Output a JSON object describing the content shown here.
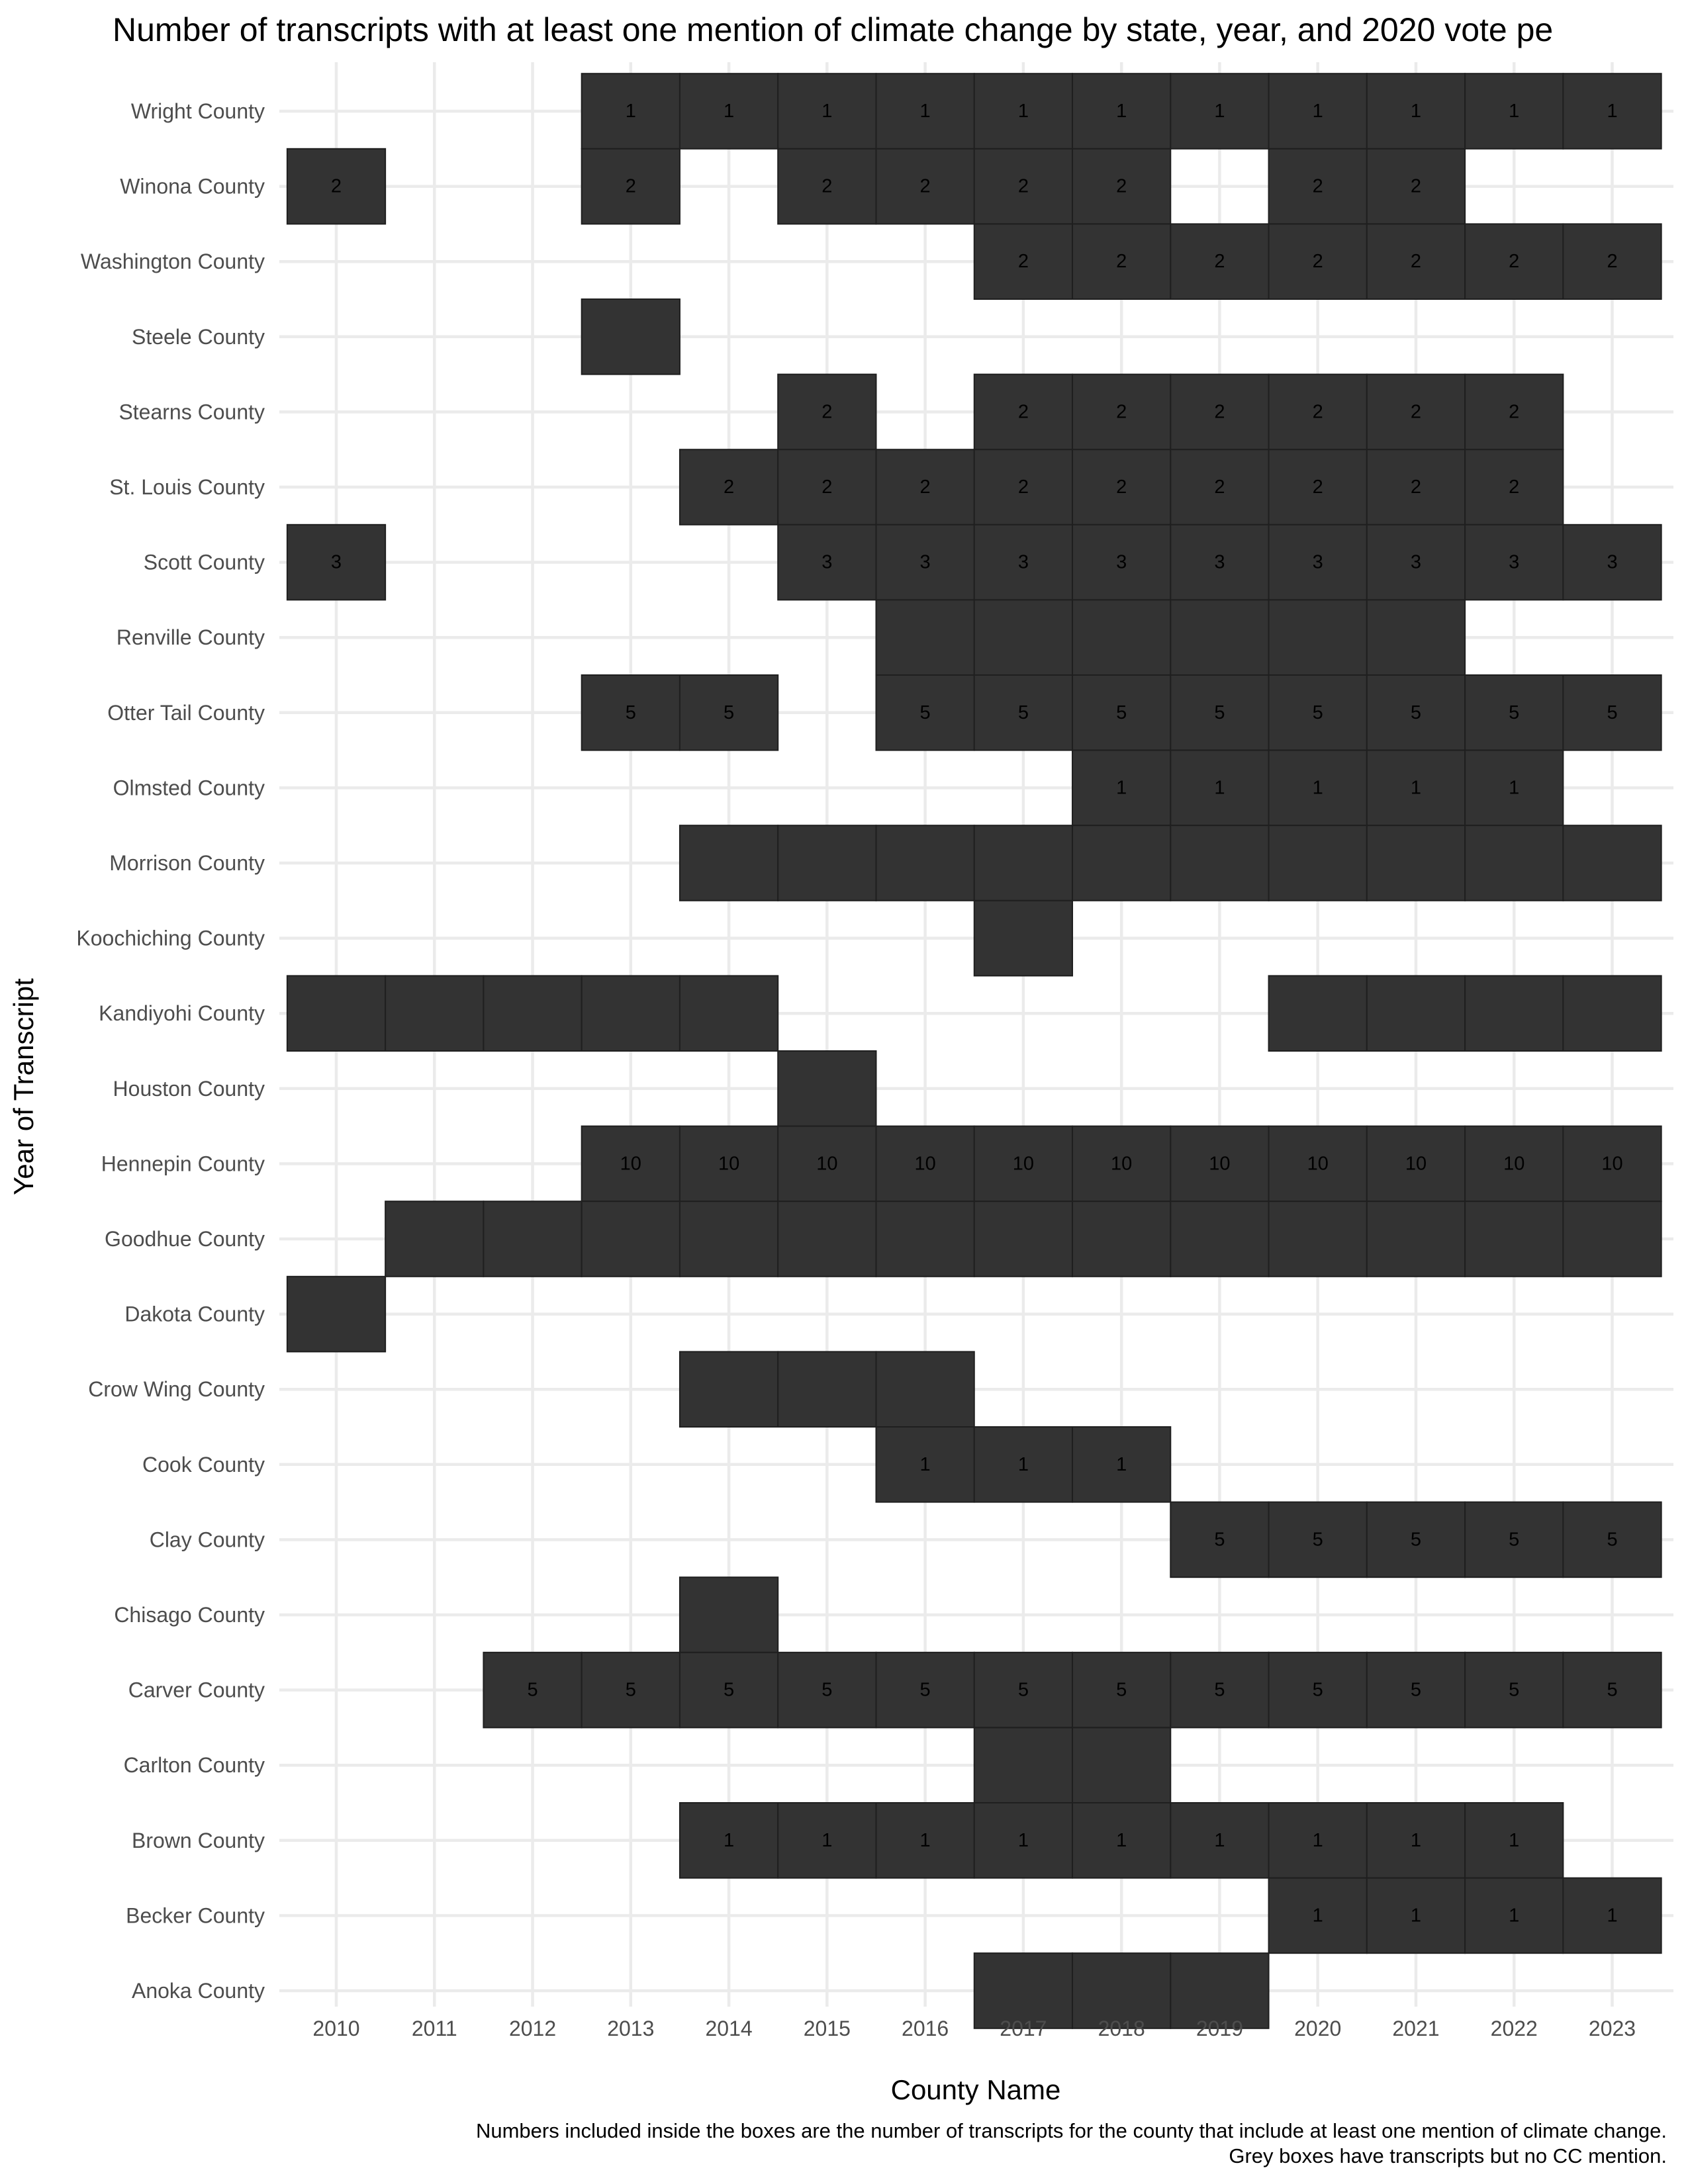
{
  "chart_data": {
    "type": "heatmap",
    "title": "Number of transcripts with at least one mention of climate change by state, year, and 2020 vote pe",
    "xlabel": "County Name",
    "ylabel": "Year of Transcript",
    "caption": [
      "Numbers included inside the boxes are the number of transcripts for the county that include at least one mention of climate change.",
      "Grey boxes have transcripts but no CC mention."
    ],
    "x": [
      "2010",
      "2011",
      "2012",
      "2013",
      "2014",
      "2015",
      "2016",
      "2017",
      "2018",
      "2019",
      "2020",
      "2021",
      "2022",
      "2023"
    ],
    "y": [
      "Anoka County",
      "Becker County",
      "Brown County",
      "Carlton County",
      "Carver County",
      "Chisago County",
      "Clay County",
      "Cook County",
      "Crow Wing County",
      "Dakota County",
      "Goodhue County",
      "Hennepin County",
      "Houston County",
      "Kandiyohi County",
      "Koochiching County",
      "Morrison County",
      "Olmsted County",
      "Otter Tail County",
      "Renville County",
      "Scott County",
      "St. Louis County",
      "Stearns County",
      "Steele County",
      "Washington County",
      "Winona County",
      "Wright County"
    ],
    "grid": true,
    "legend": "none",
    "colors": {
      "tile": "#333333",
      "label": "#000000",
      "grid": "#ebebeb",
      "tick": "#4d4d4d"
    },
    "cells": [
      {
        "county": "Wright County",
        "years": [
          2013,
          2014,
          2015,
          2016,
          2017,
          2018,
          2019,
          2020,
          2021,
          2022,
          2023
        ],
        "label": "1"
      },
      {
        "county": "Winona County",
        "years": [
          2010,
          2013,
          2015,
          2016,
          2017,
          2018,
          2020,
          2021
        ],
        "label": "2"
      },
      {
        "county": "Washington County",
        "years": [
          2017,
          2018,
          2019,
          2020,
          2021,
          2022,
          2023
        ],
        "label": "2"
      },
      {
        "county": "Steele County",
        "years": [
          2013
        ],
        "label": ""
      },
      {
        "county": "Stearns County",
        "years": [
          2015,
          2017,
          2018,
          2019,
          2020,
          2021,
          2022
        ],
        "label": "2"
      },
      {
        "county": "St. Louis County",
        "years": [
          2014,
          2015,
          2016,
          2017,
          2018,
          2019,
          2020,
          2021,
          2022
        ],
        "label": "2"
      },
      {
        "county": "Scott County",
        "years": [
          2010,
          2015,
          2016,
          2017,
          2018,
          2019,
          2020,
          2021,
          2022,
          2023
        ],
        "label": "3"
      },
      {
        "county": "Renville County",
        "years": [
          2016,
          2017,
          2018,
          2019,
          2020,
          2021
        ],
        "label": ""
      },
      {
        "county": "Otter Tail County",
        "years": [
          2013,
          2014,
          2016,
          2017,
          2018,
          2019,
          2020,
          2021,
          2022,
          2023
        ],
        "label": "5"
      },
      {
        "county": "Olmsted County",
        "years": [
          2018,
          2019,
          2020,
          2021,
          2022
        ],
        "label": "1"
      },
      {
        "county": "Morrison County",
        "years": [
          2014,
          2015,
          2016,
          2017,
          2018,
          2019,
          2020,
          2021,
          2022,
          2023
        ],
        "label": ""
      },
      {
        "county": "Koochiching County",
        "years": [
          2017
        ],
        "label": ""
      },
      {
        "county": "Kandiyohi County",
        "years": [
          2010,
          2011,
          2012,
          2013,
          2014,
          2020,
          2021,
          2022,
          2023
        ],
        "label": ""
      },
      {
        "county": "Houston County",
        "years": [
          2015
        ],
        "label": ""
      },
      {
        "county": "Hennepin County",
        "years": [
          2013,
          2014,
          2015,
          2016,
          2017,
          2018,
          2019,
          2020,
          2021,
          2022,
          2023
        ],
        "label": "10"
      },
      {
        "county": "Goodhue County",
        "years": [
          2011,
          2012,
          2013,
          2014,
          2015,
          2016,
          2017,
          2018,
          2019,
          2020,
          2021,
          2022,
          2023
        ],
        "label": ""
      },
      {
        "county": "Dakota County",
        "years": [
          2010
        ],
        "label": ""
      },
      {
        "county": "Crow Wing County",
        "years": [
          2014,
          2015,
          2016
        ],
        "label": ""
      },
      {
        "county": "Cook County",
        "years": [
          2016,
          2017,
          2018
        ],
        "label": "1"
      },
      {
        "county": "Clay County",
        "years": [
          2019,
          2020,
          2021,
          2022,
          2023
        ],
        "label": "5"
      },
      {
        "county": "Chisago County",
        "years": [
          2014
        ],
        "label": ""
      },
      {
        "county": "Carver County",
        "years": [
          2012,
          2013,
          2014,
          2015,
          2016,
          2017,
          2018,
          2019,
          2020,
          2021,
          2022,
          2023
        ],
        "label": "5"
      },
      {
        "county": "Carlton County",
        "years": [
          2017,
          2018
        ],
        "label": ""
      },
      {
        "county": "Brown County",
        "years": [
          2014,
          2015,
          2016,
          2017,
          2018,
          2019,
          2020,
          2021,
          2022
        ],
        "label": "1"
      },
      {
        "county": "Becker County",
        "years": [
          2020,
          2021,
          2022,
          2023
        ],
        "label": "1"
      },
      {
        "county": "Anoka County",
        "years": [
          2017,
          2018,
          2019
        ],
        "label": ""
      }
    ]
  }
}
